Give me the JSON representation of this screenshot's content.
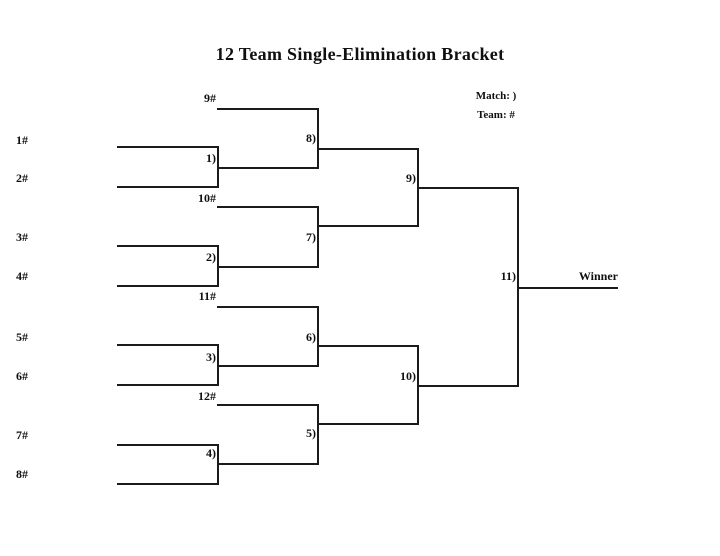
{
  "title": "12 Team Single-Elimination Bracket",
  "legend": {
    "match": "Match: )",
    "team": "Team: #"
  },
  "teams": [
    "1#",
    "2#",
    "3#",
    "4#",
    "5#",
    "6#",
    "7#",
    "8#"
  ],
  "seeds": [
    "9#",
    "10#",
    "11#",
    "12#"
  ],
  "matches": [
    "1)",
    "2)",
    "3)",
    "4)",
    "5)",
    "6)",
    "7)",
    "8)",
    "9)",
    "10)",
    "11)"
  ],
  "winner": "Winner",
  "colors": {
    "line": "#1b1b1b",
    "text": "#101010",
    "background": "#ffffff"
  }
}
